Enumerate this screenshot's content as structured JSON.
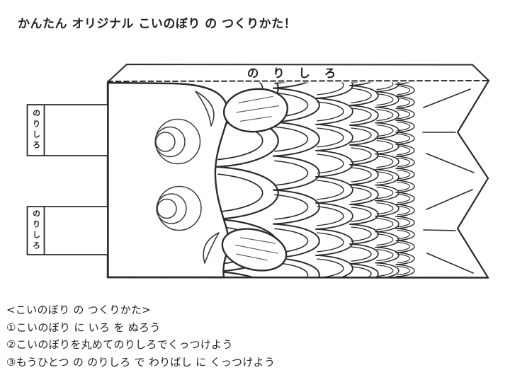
{
  "title": "かんたん オリジナル こいのぼり の つくりかた！",
  "template_labels": {
    "top_flap": "の り し ろ",
    "left_tab_top": "のりしろ",
    "left_tab_bottom": "のりしろ"
  },
  "instructions": {
    "heading": "<こいのぼり の つくりかた>",
    "steps": [
      "①こいのぼり に いろ を ぬろう",
      "②こいのぼりを丸めてのりしろでくっつけよう",
      "③もうひとつ の のりしろ で わりばし に くっつけよう"
    ]
  },
  "colors": {
    "line": "#2b2b2b",
    "soft_line": "#3c3c3c",
    "paper": "#ffffff"
  }
}
